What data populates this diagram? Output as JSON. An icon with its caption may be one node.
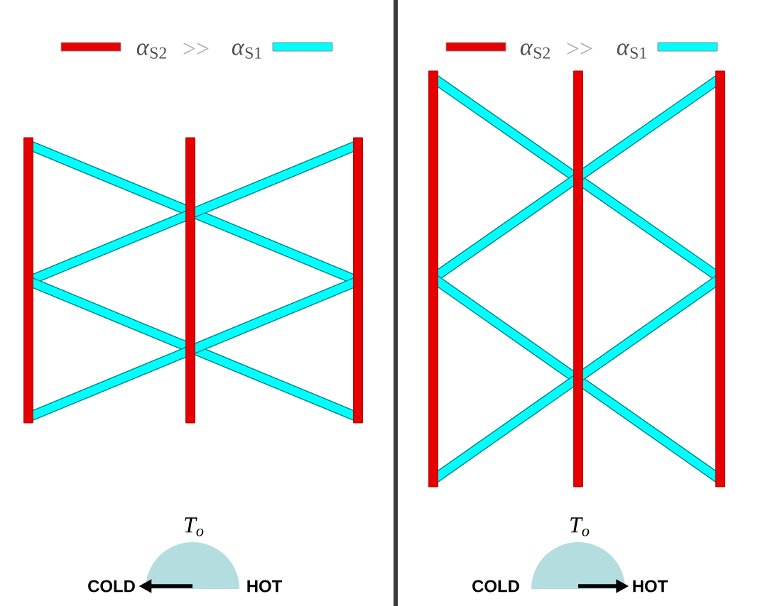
{
  "diagram": {
    "nodes": [
      {
        "text": [
          "T$_{o}$"
        ]
      },
      {
        "text": [
          "COLD"
        ]
      },
      {
        "text": [
          "T$_{o}$"
        ]
      },
      {
        "text": [
          "HOT"
        ]
      }
    ],
    "edges": [
      {
        "from": 0,
        "to": 1,
        "arrow": "to"
      },
      {
        "from": 2,
        "to": 3,
        "arrow": "to"
      }
    ],
    "labels": [
      ">>",
      ">>",
      "HOT",
      "COLD"
    ],
    "legend": [
      {
        "text": "*α*$_{S2}$",
        "color": "#e60000"
      },
      {
        "text": "*α*$_{S1}$",
        "color": "#00ffff"
      },
      {
        "text": "*α*$_{S2}$",
        "color": "#e60000"
      },
      {
        "text": "*α*$_{S1}$",
        "color": "#00ffff"
      }
    ]
  }
}
